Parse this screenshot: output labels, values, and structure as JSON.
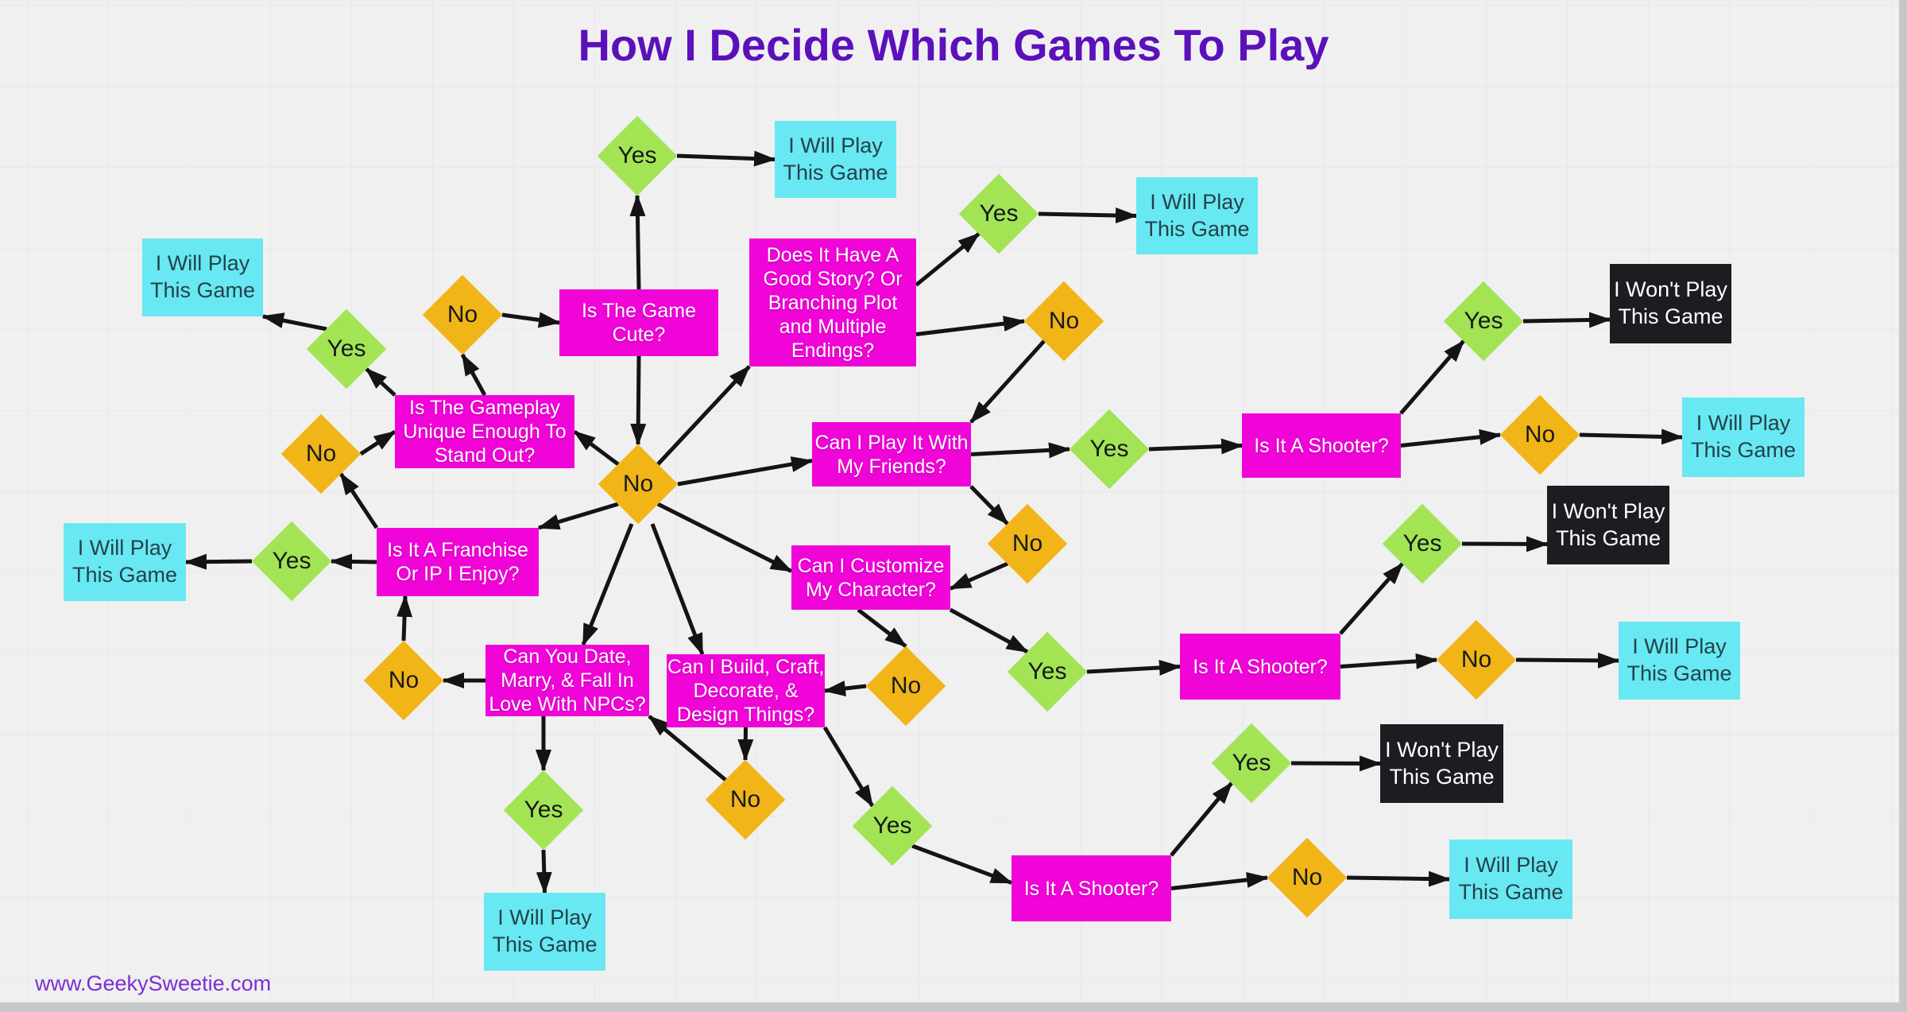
{
  "title": "How I Decide Which Games To Play",
  "website": "www.GeekySweetie.com",
  "labels": {
    "yes": "Yes",
    "no": "No",
    "will_play": "I Will Play\nThis Game",
    "wont_play": "I Won't Play\nThis Game"
  },
  "questions": {
    "cute": "Is The Game\nCute?",
    "story": "Does It Have A\nGood Story? Or\nBranching Plot\nand Multiple\nEndings?",
    "gameplay": "Is The Gameplay\nUnique Enough To\nStand Out?",
    "friends": "Can I Play It With\nMy Friends?",
    "franchise": "Is It A Franchise\nOr IP I Enjoy?",
    "customize": "Can I Customize\nMy Character?",
    "date": "Can You Date,\nMarry, & Fall In\nLove With NPCs?",
    "build": "Can I Build, Craft,\nDecorate, &\nDesign Things?",
    "shooter": "Is It A Shooter?"
  },
  "colors": {
    "question": "#f104d8",
    "yes": "#a3e455",
    "no": "#f1b517",
    "will_play": "#68e8f2",
    "wont_play": "#1d1d21",
    "title": "#5b10bb",
    "website": "#7c2ed6",
    "arrow": "#141414"
  },
  "edges": [
    {
      "from": "q_cute",
      "fs": "top",
      "to": "y_cute",
      "ts": "bottom"
    },
    {
      "from": "y_cute",
      "fs": "right",
      "to": "r_top",
      "ts": "left"
    },
    {
      "from": "n_gameplay",
      "fs": "right",
      "to": "q_cute",
      "ts": "left"
    },
    {
      "from": "q_gameplay",
      "fs": "top",
      "to": "n_gameplay",
      "ts": "bottom"
    },
    {
      "from": "q_gameplay",
      "fs": "tl",
      "to": "y_gameplay",
      "ts": "br"
    },
    {
      "from": "y_gameplay",
      "fs": "tl",
      "to": "r_topleft",
      "ts": "br"
    },
    {
      "from": "q_cute",
      "fs": "bottom",
      "to": "n_central",
      "ts": "top"
    },
    {
      "from": "n_central",
      "fs": "tr",
      "to": "q_story",
      "ts": "bl"
    },
    {
      "from": "n_central",
      "fs": "right",
      "to": "q_friends",
      "ts": "left",
      "tdy": 8
    },
    {
      "from": "n_central",
      "fs": "br",
      "to": "q_customize",
      "ts": "left",
      "tdy": -8
    },
    {
      "from": "n_central",
      "fs": "tl",
      "to": "q_gameplay",
      "ts": "right"
    },
    {
      "from": "n_central",
      "fs": "bl",
      "to": "q_franchise",
      "ts": "tr"
    },
    {
      "from": "n_central",
      "fs": "bottom",
      "to": "q_date",
      "ts": "top",
      "fdx": -8,
      "tdx": 20
    },
    {
      "from": "n_central",
      "fs": "bottom",
      "to": "q_build",
      "ts": "tl",
      "fdx": 18,
      "tdx": 45
    },
    {
      "from": "q_story",
      "fs": "right",
      "to": "y_story",
      "ts": "bl",
      "fdy": -22
    },
    {
      "from": "y_story",
      "fs": "right",
      "to": "r_story",
      "ts": "left"
    },
    {
      "from": "q_story",
      "fs": "right",
      "to": "n_story",
      "ts": "left",
      "fdy": 40
    },
    {
      "from": "n_story",
      "fs": "bl",
      "to": "q_friends",
      "ts": "tr"
    },
    {
      "from": "q_friends",
      "fs": "right",
      "to": "y_friends",
      "ts": "left"
    },
    {
      "from": "y_friends",
      "fs": "right",
      "to": "q_shooter1",
      "ts": "left"
    },
    {
      "from": "q_shooter1",
      "fs": "tr",
      "to": "y_sh1",
      "ts": "bl"
    },
    {
      "from": "y_sh1",
      "fs": "right",
      "to": "b_sh1",
      "ts": "left",
      "tdy": 20
    },
    {
      "from": "q_shooter1",
      "fs": "right",
      "to": "n_sh1",
      "ts": "left"
    },
    {
      "from": "n_sh1",
      "fs": "right",
      "to": "r_sh1",
      "ts": "left"
    },
    {
      "from": "q_friends",
      "fs": "br",
      "to": "n_friends",
      "ts": "tl"
    },
    {
      "from": "n_friends",
      "fs": "bl",
      "to": "q_customize",
      "ts": "right",
      "tdy": 14
    },
    {
      "from": "q_customize",
      "fs": "bottom",
      "to": "n_customize",
      "ts": "top",
      "fdx": -16
    },
    {
      "from": "n_customize",
      "fs": "left",
      "to": "q_build",
      "ts": "right"
    },
    {
      "from": "q_customize",
      "fs": "br",
      "to": "y_customize",
      "ts": "tl"
    },
    {
      "from": "y_customize",
      "fs": "right",
      "to": "q_shooter2",
      "ts": "left"
    },
    {
      "from": "q_shooter2",
      "fs": "tr",
      "to": "y_sh2",
      "ts": "bl"
    },
    {
      "from": "y_sh2",
      "fs": "right",
      "to": "b_sh2",
      "ts": "left",
      "tdy": 24
    },
    {
      "from": "q_shooter2",
      "fs": "right",
      "to": "n_sh2",
      "ts": "left"
    },
    {
      "from": "n_sh2",
      "fs": "right",
      "to": "r_sh2",
      "ts": "left"
    },
    {
      "from": "q_franchise",
      "fs": "tl",
      "to": "n_franchise",
      "ts": "br"
    },
    {
      "from": "n_franchise",
      "fs": "right",
      "to": "q_gameplay",
      "ts": "left"
    },
    {
      "from": "q_franchise",
      "fs": "left",
      "to": "y_franchise",
      "ts": "right"
    },
    {
      "from": "y_franchise",
      "fs": "left",
      "to": "r_franchise",
      "ts": "right"
    },
    {
      "from": "q_date",
      "fs": "left",
      "to": "n_date",
      "ts": "right"
    },
    {
      "from": "n_date",
      "fs": "top",
      "to": "q_franchise",
      "ts": "bottom",
      "tdx": -66
    },
    {
      "from": "q_date",
      "fs": "bottom",
      "to": "y_date",
      "ts": "top",
      "fdx": -30
    },
    {
      "from": "y_date",
      "fs": "bottom",
      "to": "r_date",
      "ts": "top"
    },
    {
      "from": "q_build",
      "fs": "bottom",
      "to": "n_build",
      "ts": "top"
    },
    {
      "from": "n_build",
      "fs": "tl",
      "to": "q_date",
      "ts": "br"
    },
    {
      "from": "q_build",
      "fs": "br",
      "to": "y_build",
      "ts": "tl"
    },
    {
      "from": "y_build",
      "fs": "br",
      "to": "q_shooter3",
      "ts": "left",
      "tdy": -7
    },
    {
      "from": "q_shooter3",
      "fs": "tr",
      "to": "y_sh3",
      "ts": "bl"
    },
    {
      "from": "y_sh3",
      "fs": "right",
      "to": "b_sh3",
      "ts": "left"
    },
    {
      "from": "q_shooter3",
      "fs": "right",
      "to": "n_sh3",
      "ts": "left"
    },
    {
      "from": "n_sh3",
      "fs": "right",
      "to": "r_sh3",
      "ts": "left"
    }
  ]
}
